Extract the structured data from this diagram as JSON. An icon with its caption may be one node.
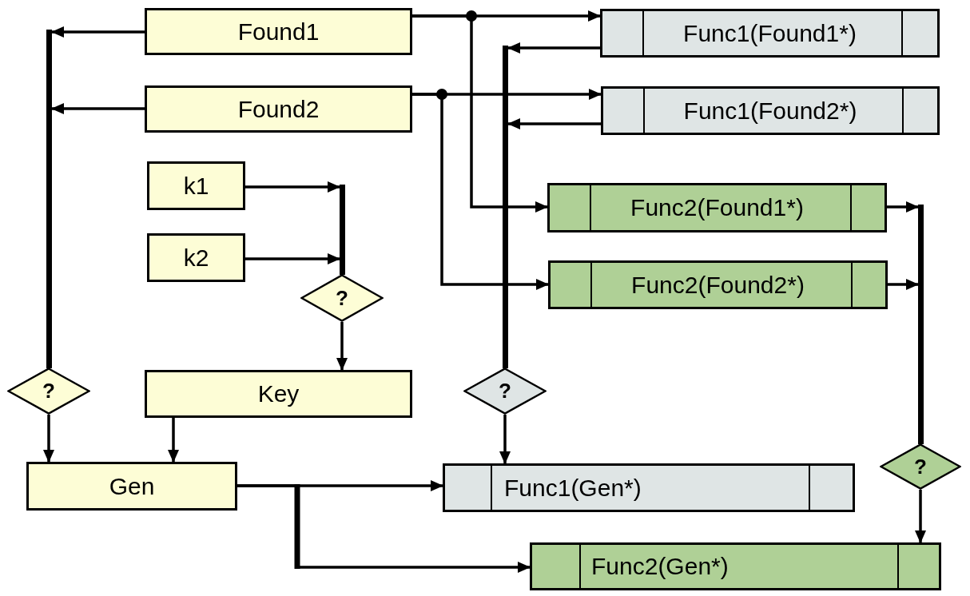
{
  "diagram": {
    "nodes": [
      {
        "text": [
          "Found1"
        ]
      },
      {
        "text": [
          "Found2"
        ]
      },
      {
        "text": [
          "Func1(Found1*)"
        ]
      },
      {
        "text": [
          "Func1(Found2*)"
        ]
      },
      {
        "text": [
          "k1"
        ]
      },
      {
        "text": [
          "k2"
        ]
      },
      {
        "text": [
          "Func2(Found1*)"
        ]
      },
      {
        "text": [
          "Func2(Found2*)"
        ]
      },
      {
        "text": [
          "?"
        ]
      },
      {
        "text": [
          "?"
        ]
      },
      {
        "text": [
          "Key"
        ]
      },
      {
        "text": [
          "?"
        ]
      },
      {
        "text": [
          "?"
        ]
      },
      {
        "text": [
          "Gen"
        ]
      },
      {
        "text": [
          "Func1(Gen*)"
        ]
      },
      {
        "text": [
          "Func2(Gen*)"
        ]
      },
      {
        "text": [],
        "shape": "bar"
      },
      {
        "text": [],
        "shape": "bar"
      },
      {
        "text": [],
        "shape": "bar"
      },
      {
        "text": [],
        "shape": "bar"
      }
    ],
    "edges": [
      {
        "from": 0,
        "to": 16,
        "arrow": "to"
      },
      {
        "from": 1,
        "to": 16,
        "arrow": "to"
      },
      {
        "from": 9,
        "to": 13,
        "arrow": "to"
      },
      {
        "from": 10,
        "to": 13,
        "arrow": "to"
      },
      {
        "from": 4,
        "to": 17,
        "arrow": "to"
      },
      {
        "from": 5,
        "to": 17,
        "arrow": "to"
      },
      {
        "from": 8,
        "to": 10,
        "arrow": "to"
      },
      {
        "from": 0,
        "to": 2,
        "arrow": "to"
      },
      {
        "from": 0,
        "to": 6,
        "arrow": "to"
      },
      {
        "from": 1,
        "to": 3,
        "arrow": "to"
      },
      {
        "from": 1,
        "to": 7,
        "arrow": "to"
      },
      {
        "from": 2,
        "to": 18,
        "arrow": "to"
      },
      {
        "from": 3,
        "to": 18,
        "arrow": "to"
      },
      {
        "from": 11,
        "to": 14,
        "arrow": "to"
      },
      {
        "from": 6,
        "to": 19,
        "arrow": "to"
      },
      {
        "from": 7,
        "to": 19,
        "arrow": "to"
      },
      {
        "from": 12,
        "to": 15,
        "arrow": "to"
      },
      {
        "from": 13,
        "to": 14,
        "arrow": "to"
      },
      {
        "from": 13,
        "to": 15,
        "arrow": "to"
      }
    ]
  }
}
